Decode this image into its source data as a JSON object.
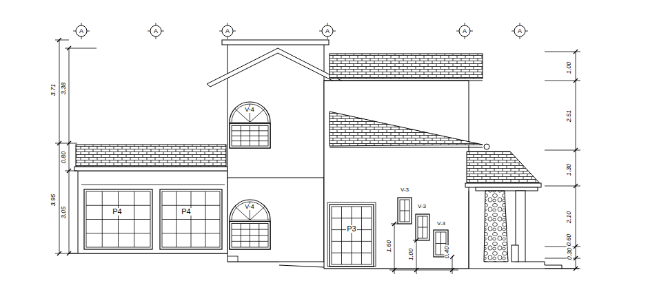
{
  "diagram": {
    "labels": [
      "A",
      "A",
      "A",
      "A",
      "A",
      "A",
      "3.71",
      "3.38",
      "0.80",
      "3.95",
      "3.05",
      "1.00",
      "2.51",
      "1.30",
      "2.10",
      "0.60",
      "0.30",
      "1.60",
      "1.00",
      "0.40",
      "V-4",
      "P4",
      "P4",
      "V-4",
      "P3",
      "V-3",
      "V-3",
      "V-3"
    ]
  }
}
